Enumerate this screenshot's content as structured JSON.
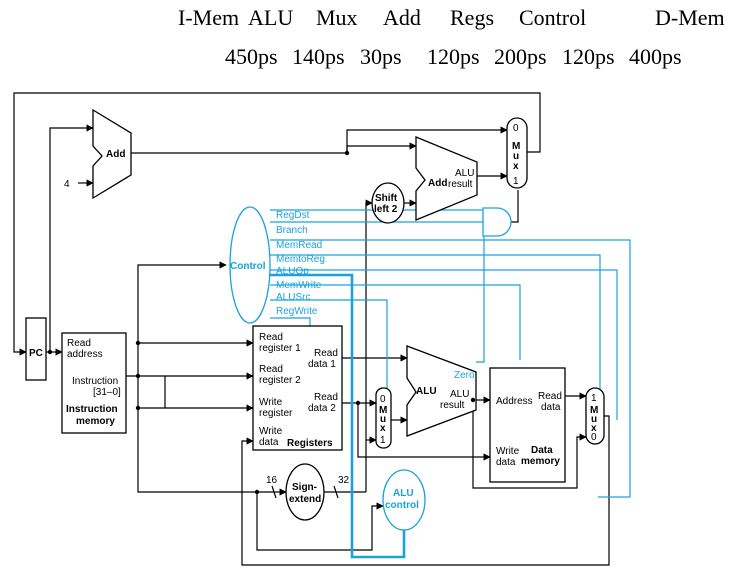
{
  "header": {
    "units": [
      "I-Mem",
      "ALU",
      "Mux",
      "Add",
      "Regs",
      "Control",
      "D-Mem"
    ],
    "latencies": [
      "450ps",
      "140ps",
      "30ps",
      "120ps",
      "200ps",
      "120ps",
      "400ps"
    ]
  },
  "diagram": {
    "pc": "PC",
    "add_top": "Add",
    "const_four": "4",
    "add_branch": "Add",
    "alu_result_top": "ALU",
    "alu_result_bottom": "result",
    "shift_top": "Shift",
    "shift_bottom": "left 2",
    "mux_top": [
      "0",
      "M",
      "u",
      "x",
      "1"
    ],
    "control": "Control",
    "control_signals": [
      "RegDst",
      "Branch",
      "MemRead",
      "MemtoReg",
      "ALUOp",
      "MemWrite",
      "ALUSrc",
      "RegWrite"
    ],
    "instr_mem": {
      "read_address": [
        "Read",
        "address"
      ],
      "instruction": [
        "Instruction",
        "[31–0]"
      ],
      "title": [
        "Instruction",
        "memory"
      ]
    },
    "registers": {
      "read_reg1": [
        "Read",
        "register 1"
      ],
      "read_reg2": [
        "Read",
        "register 2"
      ],
      "write_reg": [
        "Write",
        "register"
      ],
      "write_data": [
        "Write",
        "data"
      ],
      "read_data1": [
        "Read",
        "data 1"
      ],
      "read_data2": [
        "Read",
        "data 2"
      ],
      "title": "Registers"
    },
    "mux_alusrc": [
      "0",
      "M",
      "u",
      "x",
      "1"
    ],
    "alu": {
      "name": "ALU",
      "zero": "Zero",
      "result": [
        "ALU",
        "result"
      ]
    },
    "data_mem": {
      "address": "Address",
      "read_data": [
        "Read",
        "data"
      ],
      "write_data": [
        "Write",
        "data"
      ],
      "title": [
        "Data",
        "memory"
      ]
    },
    "mux_mem": [
      "1",
      "M",
      "u",
      "x",
      "0"
    ],
    "sign_extend": [
      "Sign-",
      "extend"
    ],
    "bits_in": "16",
    "bits_out": "32",
    "alu_control": [
      "ALU",
      "control"
    ]
  }
}
